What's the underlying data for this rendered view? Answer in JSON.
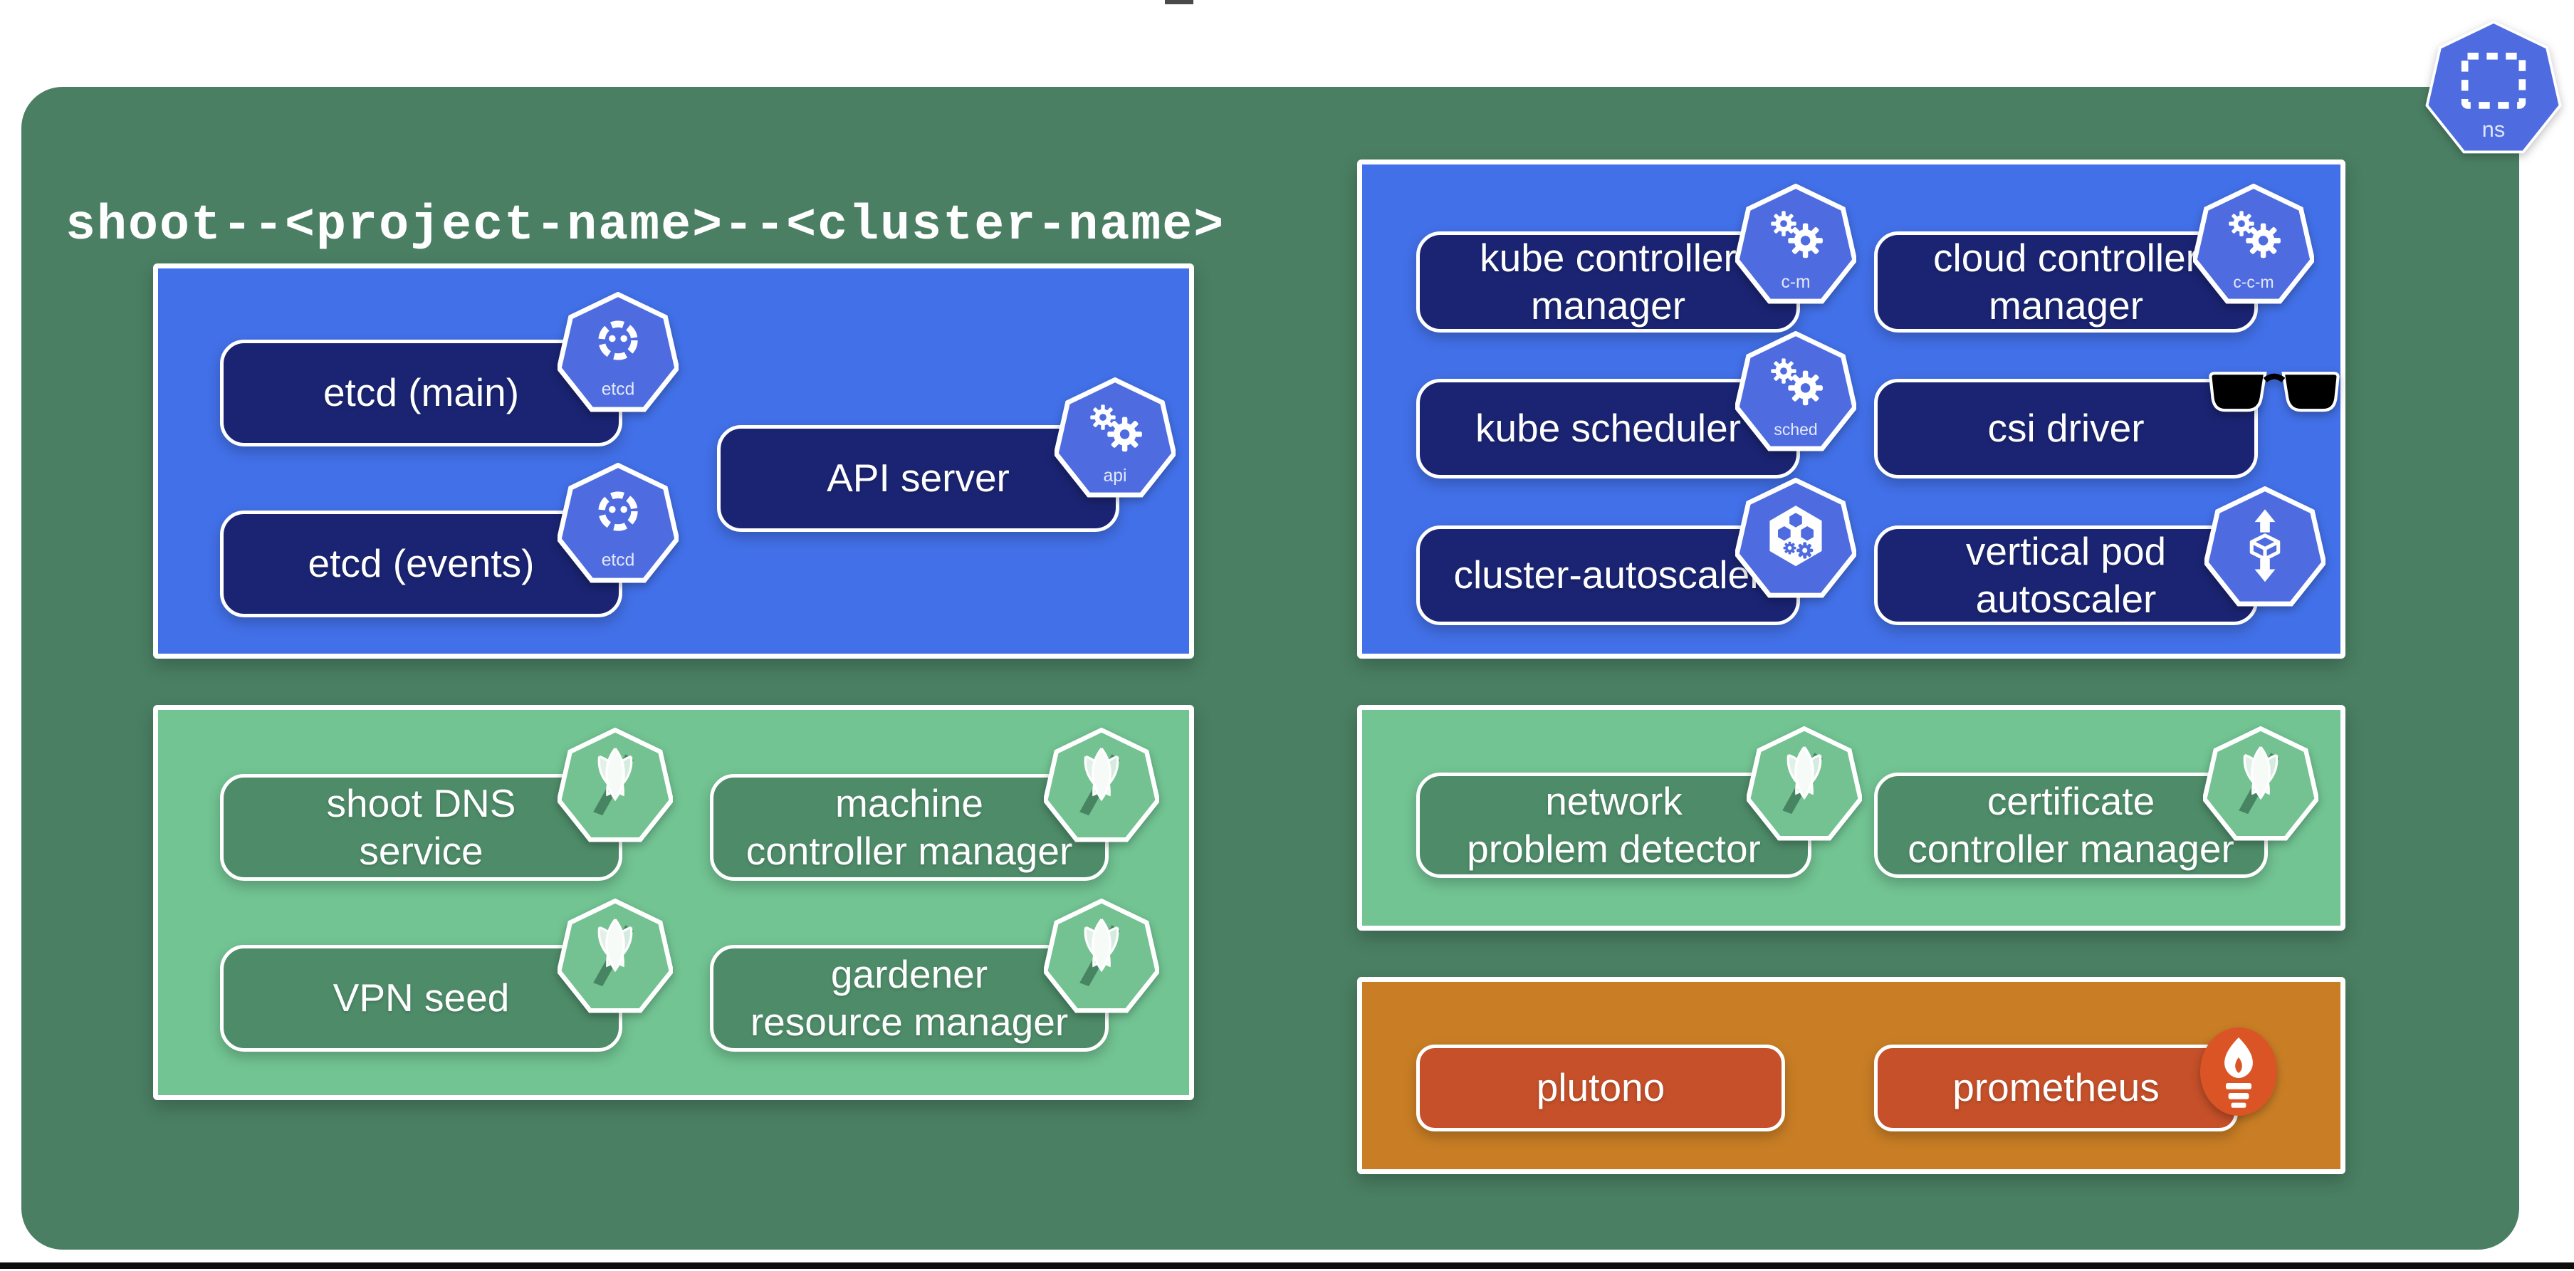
{
  "window": {
    "title": "shoot--<project-name>--<cluster-name>"
  },
  "namespace_badge": {
    "label": "ns",
    "icon": "namespace-icon"
  },
  "panels": {
    "control_plane": {
      "boxes": {
        "etcd_main": {
          "label": "etcd (main)",
          "icon": "etcd-icon",
          "icon_label": "etcd"
        },
        "api_server": {
          "label": "API server",
          "icon": "kube-api-icon",
          "icon_label": "api"
        },
        "etcd_events": {
          "label": "etcd (events)",
          "icon": "etcd-icon",
          "icon_label": "etcd"
        }
      }
    },
    "gardener_system": {
      "boxes": {
        "shoot_dns_service": {
          "label": "shoot DNS\nservice",
          "icon": "gardener-icon"
        },
        "machine_controller_manager": {
          "label": "machine\ncontroller manager",
          "icon": "gardener-icon"
        },
        "vpn_seed": {
          "label": "VPN seed",
          "icon": "gardener-icon"
        },
        "gardener_resource_manager": {
          "label": "gardener\nresource manager",
          "icon": "gardener-icon"
        }
      }
    },
    "kubernetes_components": {
      "boxes": {
        "kube_controller_manager": {
          "label": "kube controller\nmanager",
          "icon": "kube-controller-manager-icon",
          "icon_label": "c-m"
        },
        "cloud_controller_manager": {
          "label": "cloud controller\nmanager",
          "icon": "cloud-controller-manager-icon",
          "icon_label": "c-c-m"
        },
        "kube_scheduler": {
          "label": "kube scheduler",
          "icon": "kube-scheduler-icon",
          "icon_label": "sched"
        },
        "csi_driver": {
          "label": "csi driver",
          "icon": "sunglasses-icon"
        },
        "cluster_autoscaler": {
          "label": "cluster-autoscaler",
          "icon": "cluster-autoscaler-icon"
        },
        "vertical_pod_autoscaler": {
          "label": "vertical pod\nautoscaler",
          "icon": "vertical-pod-autoscaler-icon"
        }
      }
    },
    "shoot_addons": {
      "boxes": {
        "network_problem_detector": {
          "label": "network\nproblem detector",
          "icon": "gardener-icon"
        },
        "certificate_controller_manager": {
          "label": "certificate\ncontroller manager",
          "icon": "gardener-icon"
        }
      }
    },
    "monitoring": {
      "boxes": {
        "plutono": {
          "label": "plutono"
        },
        "prometheus": {
          "label": "prometheus",
          "icon": "prometheus-icon"
        }
      }
    }
  },
  "colors": {
    "page_background": "#ffffff",
    "cluster_green": "#4a7f63",
    "panel_blue": "#4270e8",
    "panel_green": "#72c493",
    "panel_orange": "#c97e25",
    "box_navy": "#1a2472",
    "box_green": "#4e8c69",
    "box_orange": "#c5502a",
    "icon_blue": "#4e6ce0",
    "prometheus_orange": "#db5426",
    "text": "#ffffff"
  }
}
